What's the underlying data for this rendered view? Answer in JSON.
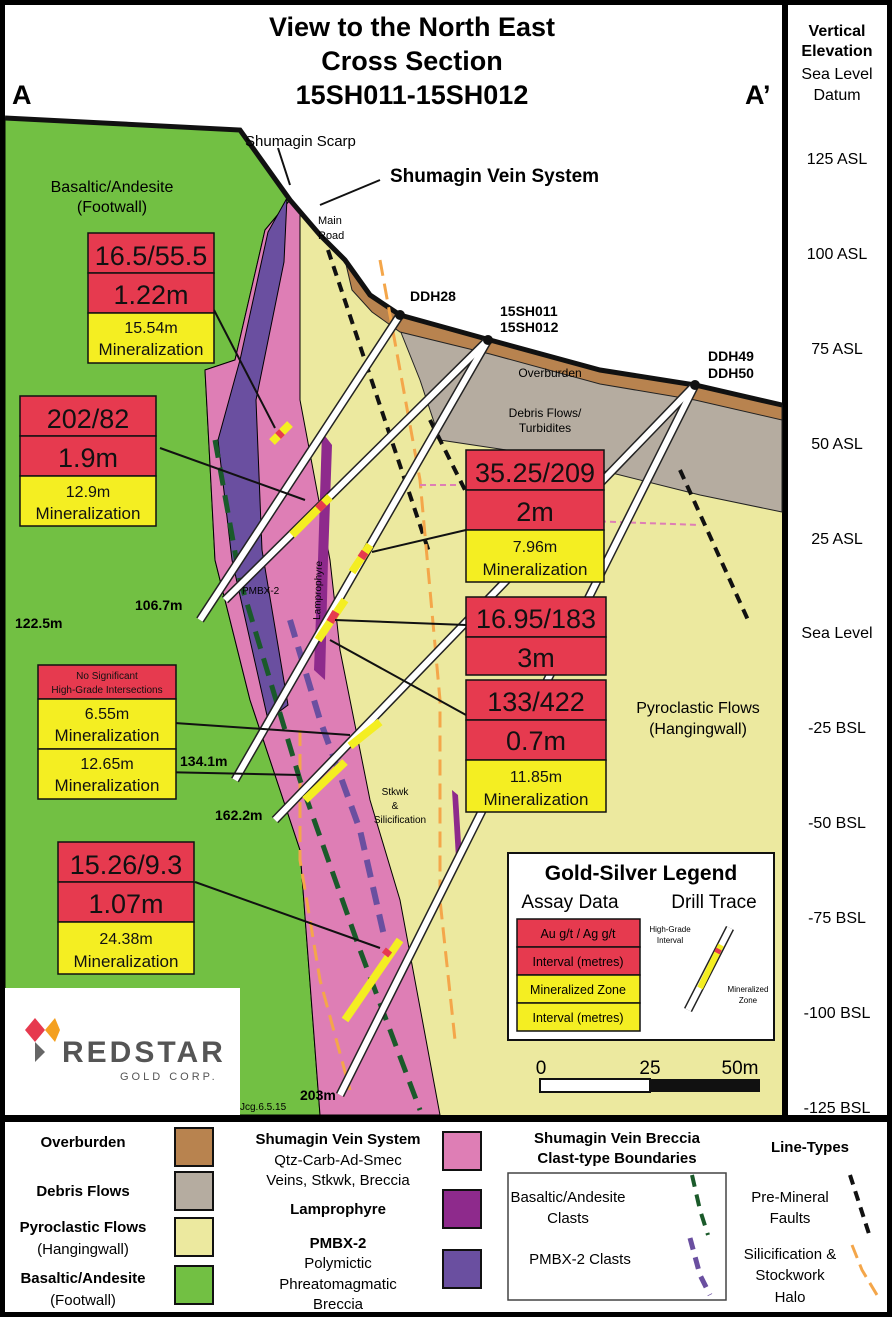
{
  "title": {
    "line1": "View to the North East",
    "line2": "Cross Section",
    "line3": "15SH011-15SH012"
  },
  "section_ends": {
    "left": "A",
    "right": "A’"
  },
  "elevation_panel": {
    "heading1": "Vertical",
    "heading2": "Elevation",
    "heading3": "Sea Level",
    "heading4": "Datum",
    "ticks": [
      "125 ASL",
      "100 ASL",
      "75 ASL",
      "50 ASL",
      "25 ASL",
      "Sea Level",
      "-25 BSL",
      "-50 BSL",
      "-75 BSL",
      "-100 BSL",
      "-125 BSL"
    ]
  },
  "map_labels": {
    "footwall1": "Basaltic/Andesite",
    "footwall2": "(Footwall)",
    "scarp": "Shumagin Scarp",
    "vein_system": "Shumagin Vein System",
    "road1": "Main",
    "road2": "Road",
    "ddh28": "DDH28",
    "sh011": "15SH011",
    "sh012": "15SH012",
    "ddh49": "DDH49",
    "ddh50": "DDH50",
    "overburden": "Overburden",
    "debris1": "Debris Flows/",
    "debris2": "Turbidites",
    "pyro1": "Pyroclastic Flows",
    "pyro2": "(Hangingwall)",
    "pmbx": "PMBX-2",
    "lamp": "Lamprophyre",
    "stkwk1": "Stkwk",
    "stkwk2": "&",
    "stkwk3": "Silicification",
    "depths": [
      "122.5m",
      "106.7m",
      "134.1m",
      "162.2m",
      "203m"
    ],
    "credit": "Jcg.6.5.15"
  },
  "callouts": [
    {
      "grade": "16.5/55.5",
      "interval": "1.22m",
      "zone": "15.54m",
      "zone_label": "Mineralization"
    },
    {
      "grade": "202/82",
      "interval": "1.9m",
      "zone": "12.9m",
      "zone_label": "Mineralization"
    },
    {
      "grade": "35.25/209",
      "interval": "2m",
      "zone": "7.96m",
      "zone_label": "Mineralization"
    },
    {
      "grade": "16.95/183",
      "interval": "3m",
      "grade2": "133/422",
      "interval2": "0.7m",
      "zone": "11.85m",
      "zone_label": "Mineralization"
    },
    {
      "note1": "No Significant",
      "note2": "High-Grade Intersections",
      "zone": "6.55m",
      "zone_label": "Mineralization",
      "zone2": "12.65m",
      "zone2_label": "Mineralization"
    },
    {
      "grade": "15.26/9.3",
      "interval": "1.07m",
      "zone": "24.38m",
      "zone_label": "Mineralization"
    }
  ],
  "gold_legend": {
    "title": "Gold-Silver Legend",
    "assay": "Assay Data",
    "trace": "Drill Trace",
    "rows": [
      "Au g/t  / Ag g/t",
      "Interval (metres)",
      "Mineralized Zone",
      "Interval (metres)"
    ],
    "hg1": "High-Grade",
    "hg2": "Interval",
    "mz1": "Mineralized",
    "mz2": "Zone"
  },
  "scale_bar": {
    "labels": [
      "0",
      "25",
      "50m"
    ]
  },
  "logo": {
    "name": "REDSTAR",
    "sub": "GOLD CORP."
  },
  "legend": {
    "overburden": "Overburden",
    "debris": "Debris Flows",
    "pyro": "Pyroclastic Flows",
    "pyro_sub": "(Hangingwall)",
    "basalt": "Basaltic/Andesite",
    "basalt_sub": "(Footwall)",
    "vein": "Shumagin Vein System",
    "vein_sub1": "Qtz-Carb-Ad-Smec",
    "vein_sub2": "Veins, Stkwk, Breccia",
    "lamp": "Lamprophyre",
    "pmbx": "PMBX-2",
    "pmbx_sub1": "Polymictic",
    "pmbx_sub2": "Phreatomagmatic",
    "pmbx_sub3": "Breccia",
    "clast_title1": "Shumagin Vein Breccia",
    "clast_title2": "Clast-type Boundaries",
    "clast_basalt1": "Basaltic/Andesite",
    "clast_basalt2": "Clasts",
    "clast_pmbx": "PMBX-2 Clasts",
    "line_title": "Line-Types",
    "fault1": "Pre-Mineral",
    "fault2": "Faults",
    "silic1": "Silicification &",
    "silic2": "Stockwork",
    "silic3": "Halo"
  },
  "colors": {
    "overburden": "#b8834f",
    "debris": "#b5aca0",
    "pyro": "#ece99f",
    "basalt": "#72c043",
    "vein": "#de7eb5",
    "lamp": "#8e2a8c",
    "pmbx": "#6a4fa0",
    "red": "#e63a4f",
    "yellow": "#f4ee22"
  }
}
